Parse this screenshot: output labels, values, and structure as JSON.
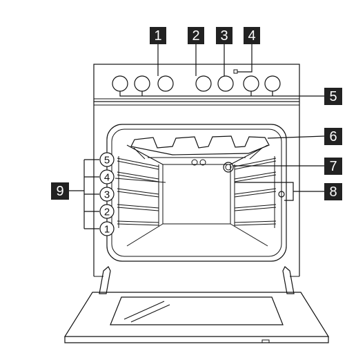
{
  "diagram": {
    "callouts": {
      "c1": "1",
      "c2": "2",
      "c3": "3",
      "c4": "4",
      "c5": "5",
      "c6": "6",
      "c7": "7",
      "c8": "8",
      "c9": "9"
    },
    "shelf_levels": [
      "5",
      "4",
      "3",
      "2",
      "1"
    ],
    "colors": {
      "callout_bg": "#222222",
      "callout_text": "#ffffff",
      "line": "#111111",
      "background": "#ffffff"
    },
    "control_knob_count": 7
  }
}
